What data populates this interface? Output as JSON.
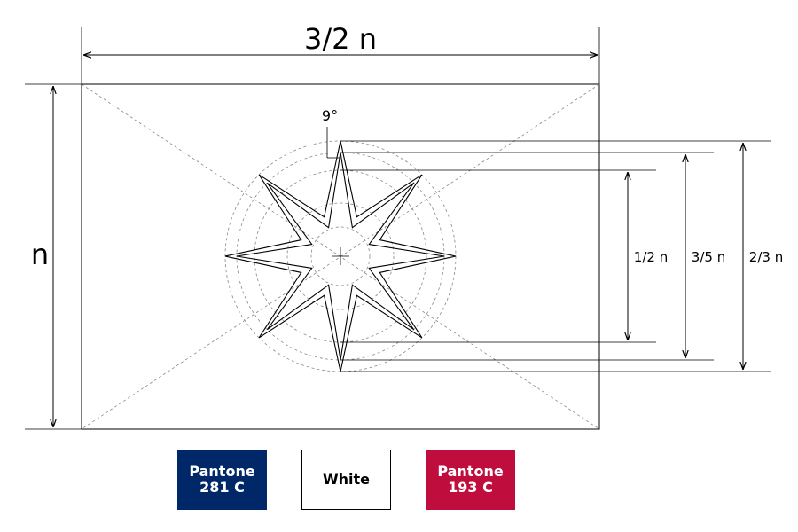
{
  "labels": {
    "width": "3/2 n",
    "height": "n",
    "angle": "9°",
    "half": "1/2 n",
    "three_fifths": "3/5 n",
    "two_thirds": "2/3 n"
  },
  "swatches": [
    {
      "label": "Pantone\n281 C",
      "color": "#002868",
      "text_color": "#ffffff"
    },
    {
      "label": "White",
      "color": "#ffffff",
      "text_color": "#000000"
    },
    {
      "label": "Pantone\n193 C",
      "color": "#BF0D3E",
      "text_color": "#ffffff"
    }
  ]
}
